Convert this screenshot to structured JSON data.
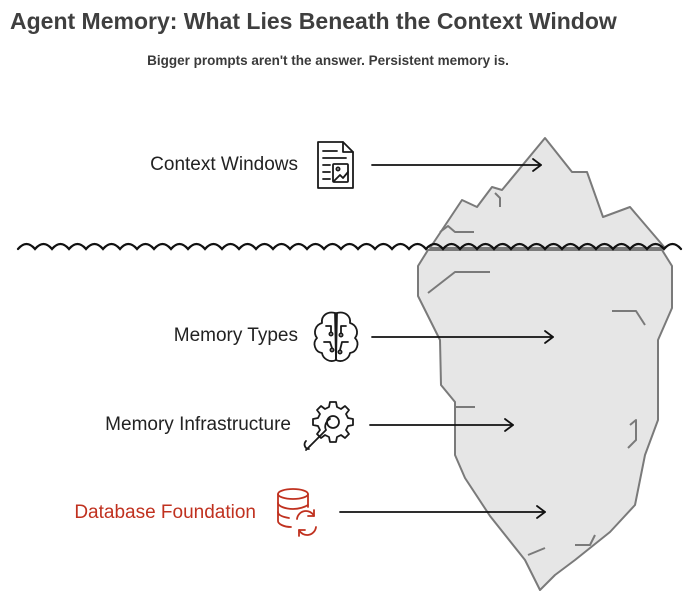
{
  "title": "Agent Memory: What Lies Beneath the Context Window",
  "subtitle": "Bigger prompts aren't the answer. Persistent memory is.",
  "layers": [
    {
      "label": "Context Windows",
      "icon": "document-image-icon",
      "position": "above-water"
    },
    {
      "label": "Memory Types",
      "icon": "brain-circuit-icon",
      "position": "below-water"
    },
    {
      "label": "Memory Infrastructure",
      "icon": "gear-wrench-icon",
      "position": "below-water"
    },
    {
      "label": "Database Foundation",
      "icon": "database-sync-icon",
      "position": "below-water",
      "color": "#c0311f"
    }
  ],
  "colors": {
    "title": "#3f3f3f",
    "text": "#222222",
    "accent": "#c0311f",
    "iceberg_fill": "#e6e6e6",
    "iceberg_stroke": "#7a7a7a",
    "water": "#111111"
  }
}
